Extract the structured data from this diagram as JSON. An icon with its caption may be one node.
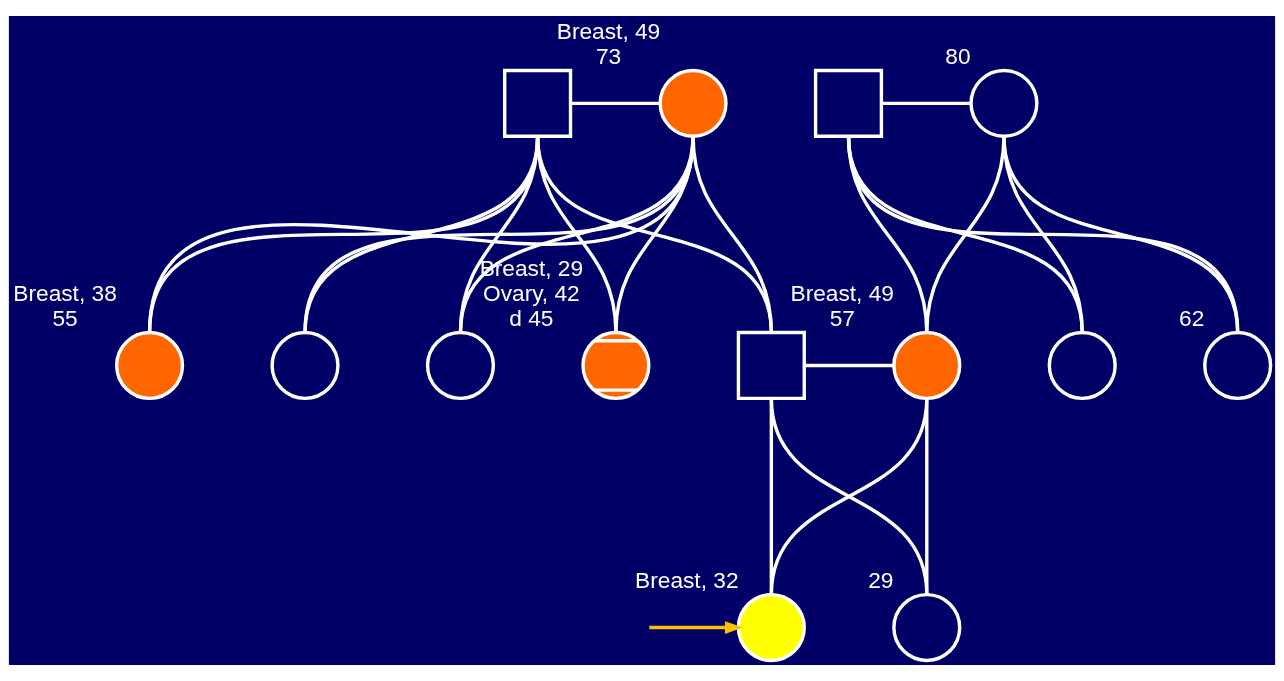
{
  "diagram": {
    "nodes": [
      {
        "text": [],
        "shape": "box"
      },
      {
        "text": [
          "Breast, 49",
          "73"
        ]
      },
      {
        "text": [],
        "shape": "box"
      },
      {
        "text": [
          "80"
        ]
      },
      {
        "text": [
          "Breast, 38",
          "55"
        ]
      },
      {
        "text": [],
        "shape": "circle"
      },
      {
        "text": [],
        "shape": "circle"
      },
      {
        "text": [
          "Breast, 29",
          "Ovary, 42",
          "d 45"
        ]
      },
      {
        "text": [],
        "shape": "box"
      },
      {
        "text": [
          "Breast, 49",
          "57"
        ]
      },
      {
        "text": [],
        "shape": "circle"
      },
      {
        "text": [
          "62"
        ]
      },
      {
        "text": [
          "Breast, 32"
        ]
      },
      {
        "text": [
          "29"
        ]
      }
    ],
    "edges": [
      {
        "from": 0,
        "to": 1,
        "arrow": "none"
      },
      {
        "from": 2,
        "to": 3,
        "arrow": "none"
      },
      {
        "from": 0,
        "to": 4,
        "arrow": "none"
      },
      {
        "from": 1,
        "to": 4,
        "arrow": "none"
      },
      {
        "from": 0,
        "to": 5,
        "arrow": "none"
      },
      {
        "from": 1,
        "to": 5,
        "arrow": "none"
      },
      {
        "from": 0,
        "to": 6,
        "arrow": "none"
      },
      {
        "from": 1,
        "to": 6,
        "arrow": "none"
      },
      {
        "from": 0,
        "to": 7,
        "arrow": "none"
      },
      {
        "from": 1,
        "to": 7,
        "arrow": "none"
      },
      {
        "from": 0,
        "to": 8,
        "arrow": "none"
      },
      {
        "from": 1,
        "to": 8,
        "arrow": "none"
      },
      {
        "from": 2,
        "to": 9,
        "arrow": "none"
      },
      {
        "from": 3,
        "to": 9,
        "arrow": "none"
      },
      {
        "from": 2,
        "to": 10,
        "arrow": "none"
      },
      {
        "from": 3,
        "to": 10,
        "arrow": "none"
      },
      {
        "from": 2,
        "to": 11,
        "arrow": "none"
      },
      {
        "from": 3,
        "to": 11,
        "arrow": "none"
      },
      {
        "from": 8,
        "to": 9,
        "arrow": "none"
      },
      {
        "from": 8,
        "to": 12,
        "arrow": "none"
      },
      {
        "from": 9,
        "to": 12,
        "arrow": "none"
      },
      {
        "from": 8,
        "to": 13,
        "arrow": "none"
      },
      {
        "from": 9,
        "to": 13,
        "arrow": "none"
      },
      {
        "from": null,
        "to": 12,
        "arrow": "to",
        "color": "#ffc000"
      }
    ]
  }
}
